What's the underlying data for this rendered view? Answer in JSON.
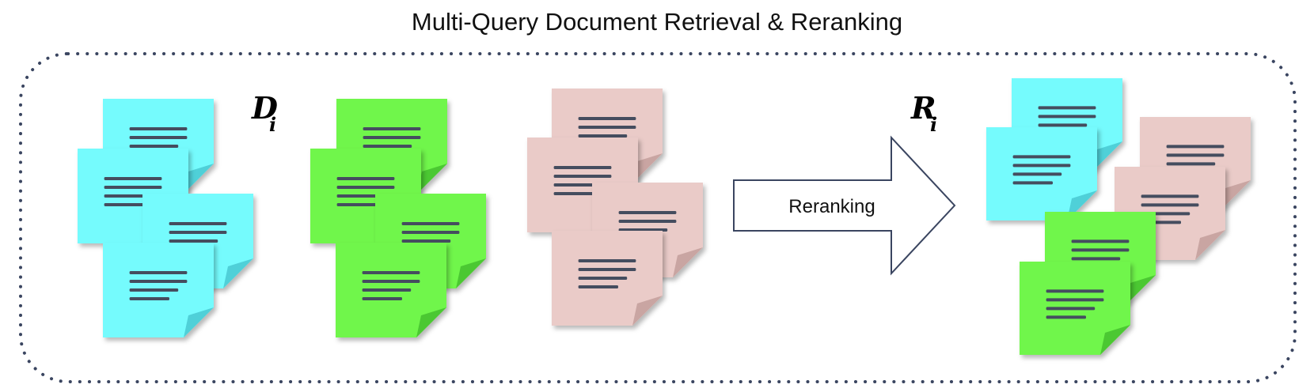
{
  "title": "Multi-Query Document Retrieval & Reranking",
  "labels": {
    "documents_symbol": "D",
    "documents_subscript": "i",
    "reranked_symbol": "R",
    "reranked_subscript": "i",
    "arrow_label": "Reranking"
  },
  "colors": {
    "cyan": "#74fbfd",
    "cyan_fold": "#4fd0d8",
    "green": "#6ff64b",
    "green_fold": "#4cc832",
    "pink": "#eacbc8",
    "pink_fold": "#c9a5a2",
    "text_lines": "#454d5e",
    "border": "#3a4560",
    "arrow_stroke": "#3a4560"
  },
  "groups": [
    {
      "id": "cyan-stack",
      "color": "cyan",
      "count": 4
    },
    {
      "id": "green-stack",
      "color": "green",
      "count": 4
    },
    {
      "id": "pink-stack",
      "color": "pink",
      "count": 4
    },
    {
      "id": "reranked-stack",
      "color": "mixed",
      "count": 6
    }
  ]
}
